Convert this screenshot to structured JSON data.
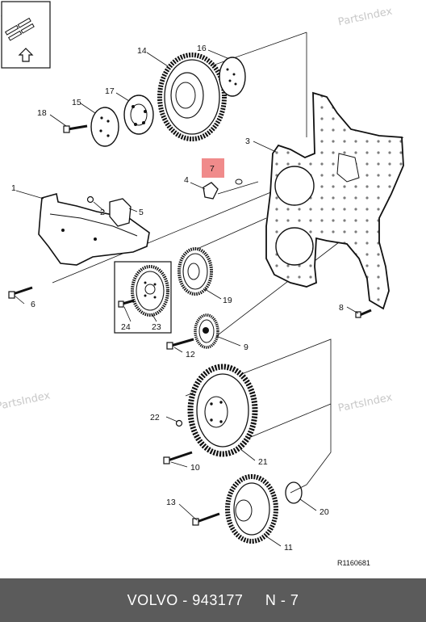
{
  "watermark": "PartsIndex",
  "callouts": {
    "c1": "1",
    "c2": "2",
    "c3": "3",
    "c4": "4",
    "c5": "5",
    "c6": "6",
    "c7": "7",
    "c8": "8",
    "c9": "9",
    "c10": "10",
    "c11": "11",
    "c12": "12",
    "c13": "13",
    "c14": "14",
    "c15": "15",
    "c16": "16",
    "c17": "17",
    "c18": "18",
    "c19": "19",
    "c20": "20",
    "c21": "21",
    "c22": "22",
    "c23": "23",
    "c24": "24"
  },
  "highlighted_callout": "7",
  "reference_code": "R1160681",
  "footer": {
    "text": "VOLVO - 943177     N - 7"
  },
  "colors": {
    "highlight": "#f08b8b",
    "footer_bg": "#5b5b5b",
    "line": "#111111",
    "watermark": "#c8c8c8"
  },
  "icons": {
    "inset": "fuse-box-arrow-icon"
  }
}
